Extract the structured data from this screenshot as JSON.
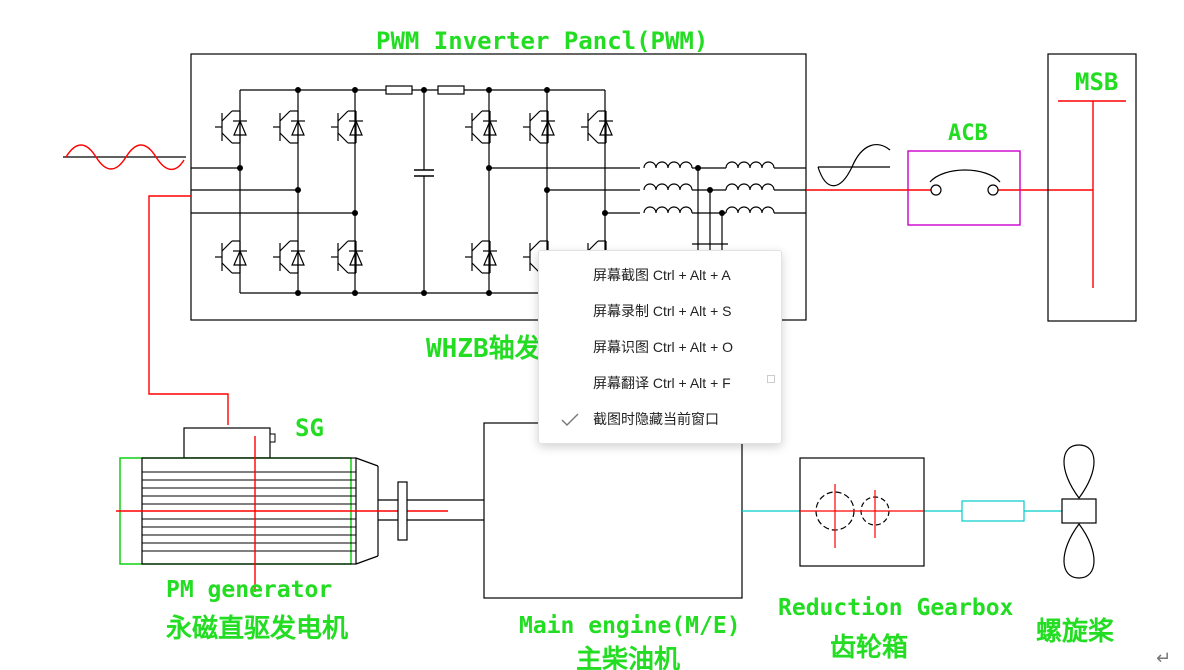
{
  "labels": {
    "panel_title": "PWM Inverter Pancl(PWM)",
    "msb": "MSB",
    "acb": "ACB",
    "whzb": "WHZB轴发控制箱",
    "sg": "SG",
    "pm_gen_en": "PM generator",
    "pm_gen_cn": "永磁直驱发电机",
    "main_engine_en": "Main engine(M/E)",
    "main_engine_cn": "主柴油机",
    "gearbox_en": "Reduction Gearbox",
    "gearbox_cn": "齿轮箱",
    "propeller_cn": "螺旋桨"
  },
  "context_menu": {
    "items": [
      {
        "label": "屏幕截图 Ctrl + Alt + A"
      },
      {
        "label": "屏幕录制 Ctrl + Alt + S"
      },
      {
        "label": "屏幕识图 Ctrl + Alt + O"
      },
      {
        "label": "屏幕翻译 Ctrl + Alt + F"
      },
      {
        "label": "截图时隐藏当前窗口",
        "checked": true
      }
    ]
  },
  "return_glyph": "↵",
  "colors": {
    "line": "#000000",
    "accent_red": "#ff0000",
    "label_green": "#22dd22",
    "box_green": "#00cc00",
    "acb_magenta": "#cc00cc",
    "shaft_cyan": "#00cccc"
  }
}
